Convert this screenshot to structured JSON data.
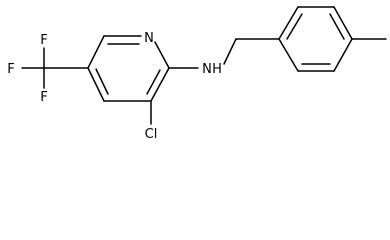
{
  "molecule": {
    "atom_labels": {
      "n_ring": "N",
      "nh": "N",
      "h": "H",
      "cl": "Cl",
      "f_top": "F",
      "f_left": "F",
      "f_bottom": "F"
    },
    "colors": {
      "bond": "#000000",
      "text": "#000000",
      "background": "#ffffff"
    }
  }
}
